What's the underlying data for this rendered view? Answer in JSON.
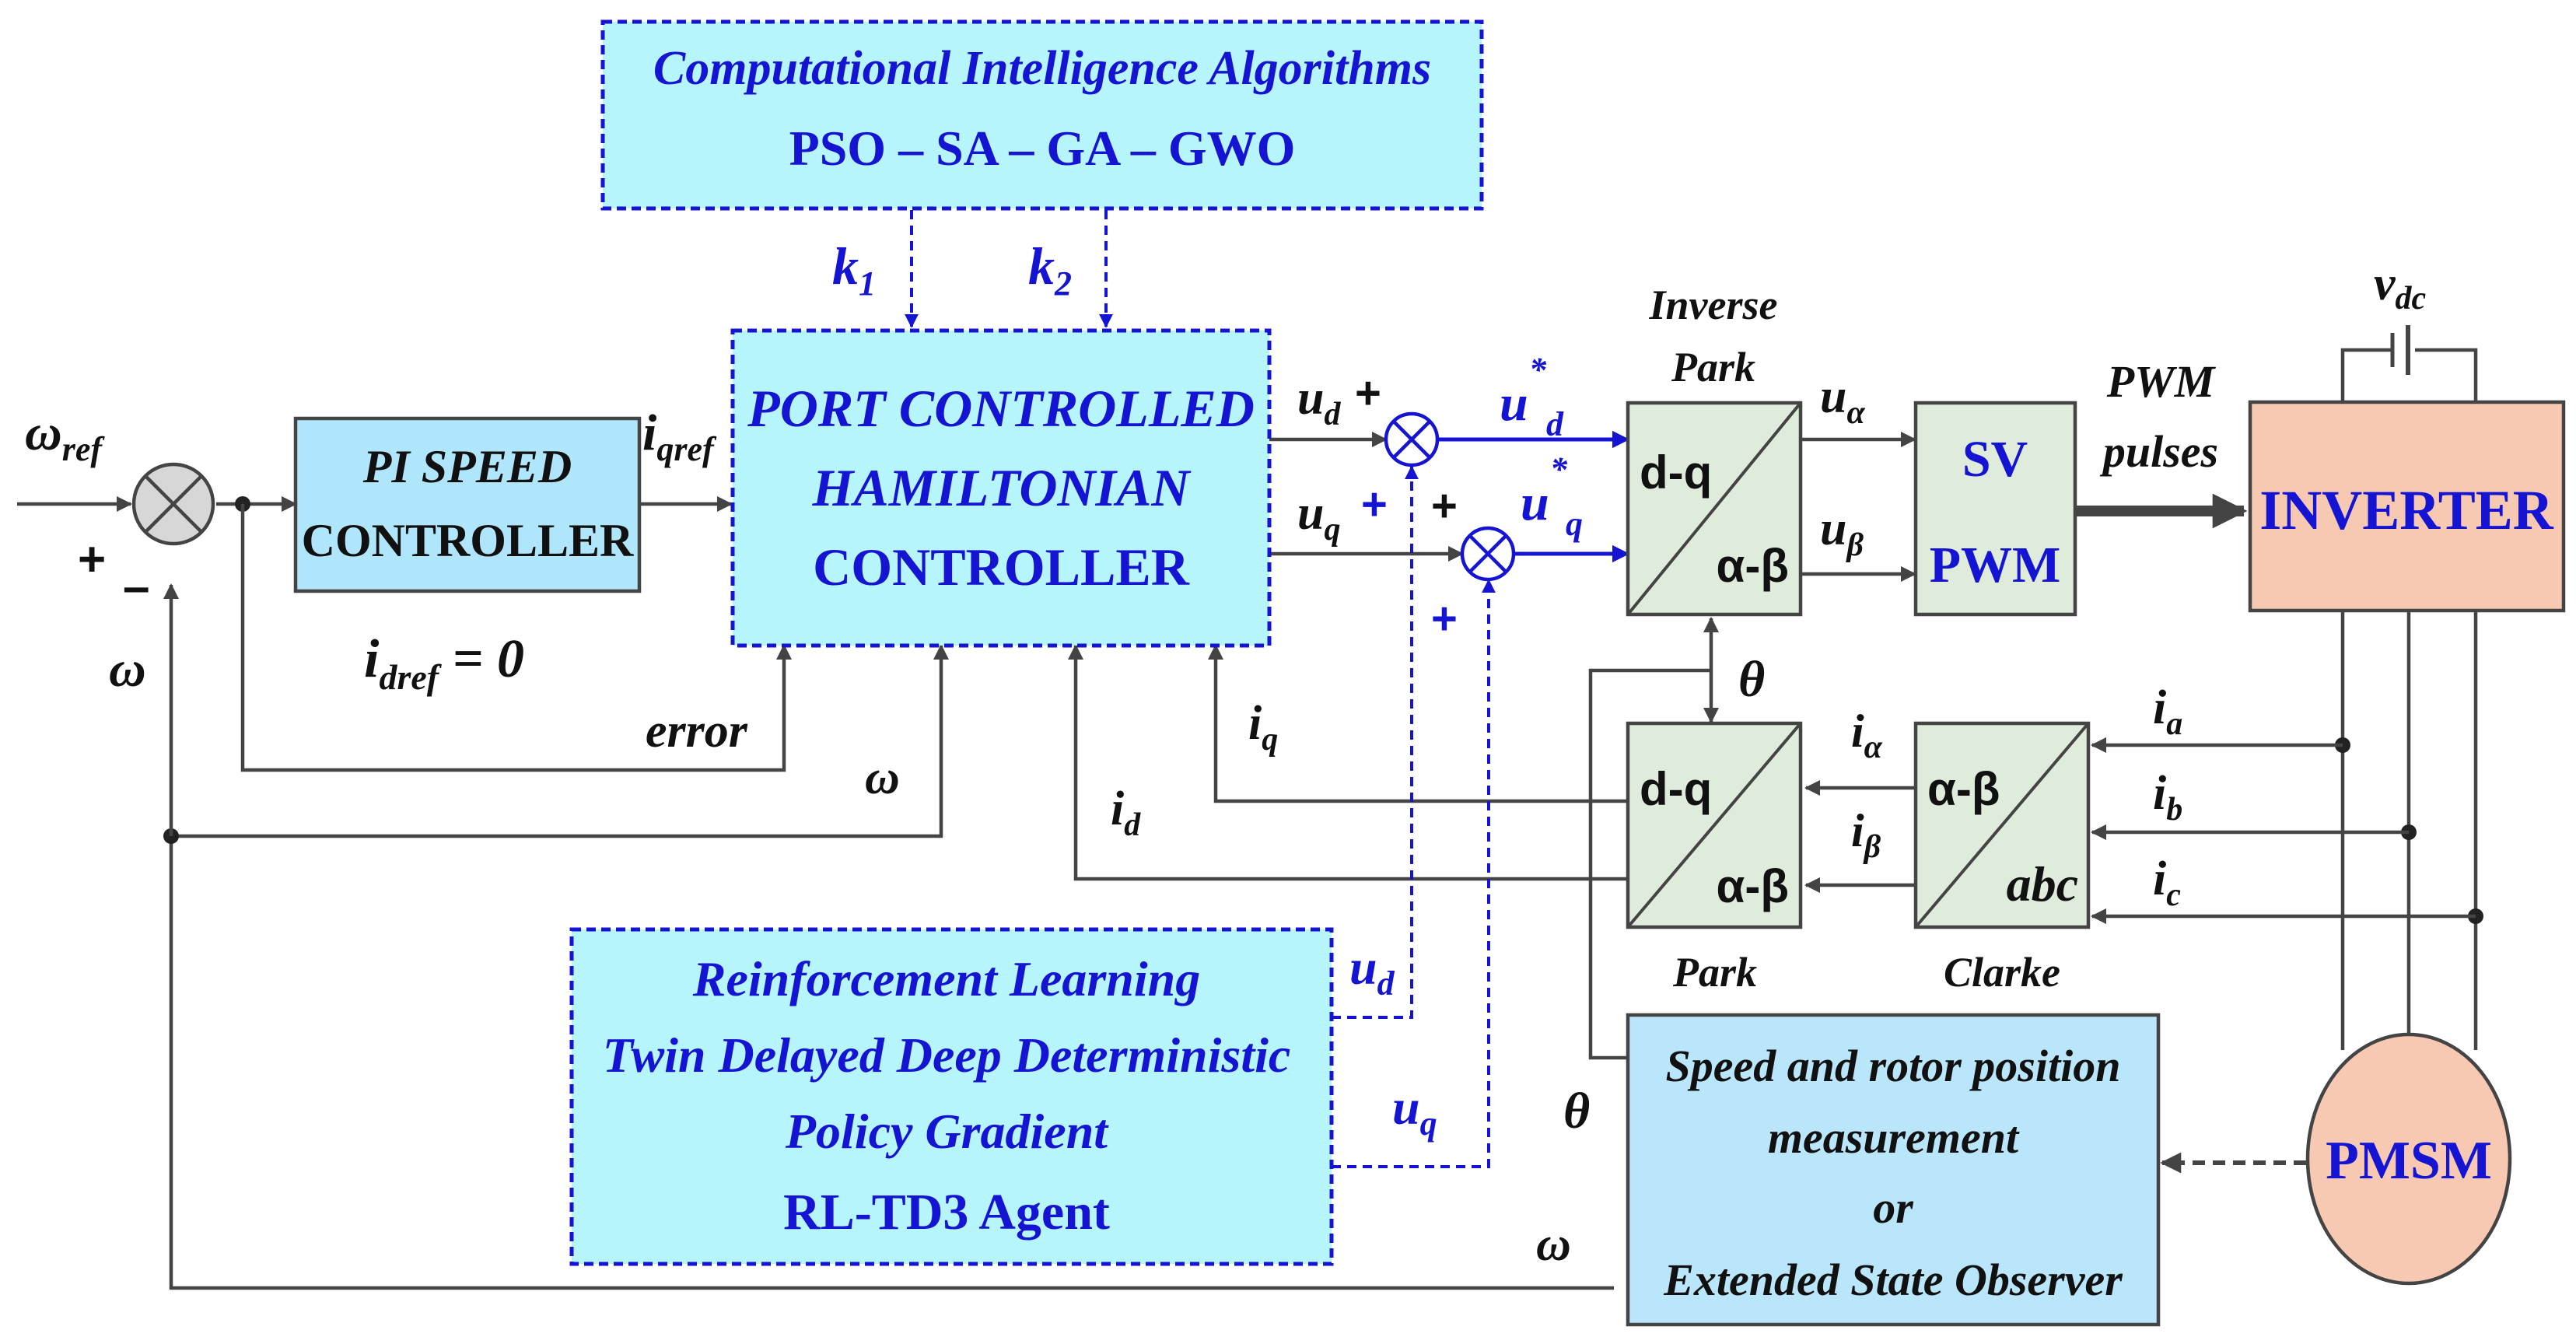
{
  "colors": {
    "wire": "#444444",
    "blue_signal": "#1414d2",
    "block_blue_fill": "#b0e6fb",
    "cyan_fill": "#b6f5fb",
    "green_fill": "#dfecdc",
    "inverter_fill": "#f8c9b2",
    "pmsm_fill": "#f8c9b2",
    "observer_fill": "#b9e6fa"
  },
  "blocks": {
    "ci_algorithms": {
      "line1": "Computational Intelligence Algorithms",
      "line2": "PSO – SA – GA – GWO"
    },
    "pi_speed": {
      "line1": "PI SPEED",
      "line2": "CONTROLLER"
    },
    "pch": {
      "line1": "PORT CONTROLLED",
      "line2": "HAMILTONIAN",
      "line3": "CONTROLLER"
    },
    "rl_agent": {
      "line1": "Reinforcement Learning",
      "line2": "Twin Delayed Deep Deterministic",
      "line3": "Policy Gradient",
      "line4": "RL-TD3 Agent"
    },
    "inverse_park": {
      "title_line1": "Inverse",
      "title_line2": "Park",
      "top": "d-q",
      "bottom": "α-β"
    },
    "park": {
      "title": "Park",
      "top": "d-q",
      "bottom": "α-β"
    },
    "clarke": {
      "title": "Clarke",
      "top": "α-β",
      "bottom": "abc"
    },
    "sv_pwm": {
      "line1": "SV",
      "line2": "PWM"
    },
    "inverter": {
      "label": "INVERTER"
    },
    "pmsm": {
      "label": "PMSM"
    },
    "observer": {
      "line1": "Speed and rotor position",
      "line2": "measurement",
      "line3": "or",
      "line4": "Extended State Observer"
    }
  },
  "signals": {
    "omega_ref": {
      "base": "ω",
      "sub": "ref"
    },
    "omega": "ω",
    "plus": "+",
    "minus": "–",
    "i_qref": {
      "base": "i",
      "sub": "qref"
    },
    "i_dref_eq": {
      "base": "i",
      "sub": "dref",
      "rest": " = 0"
    },
    "error": "error",
    "k1": {
      "base": "k",
      "sub": "1"
    },
    "k2": {
      "base": "k",
      "sub": "2"
    },
    "u_d": {
      "base": "u",
      "sub": "d"
    },
    "u_q": {
      "base": "u",
      "sub": "q"
    },
    "u_d_star": {
      "base": "u",
      "sub": "d",
      "sup": "*"
    },
    "u_q_star": {
      "base": "u",
      "sub": "q",
      "sup": "*"
    },
    "u_alpha": {
      "base": "u",
      "sub": "α"
    },
    "u_beta": {
      "base": "u",
      "sub": "β"
    },
    "i_d": {
      "base": "i",
      "sub": "d"
    },
    "i_q": {
      "base": "i",
      "sub": "q"
    },
    "i_alpha": {
      "base": "i",
      "sub": "α"
    },
    "i_beta": {
      "base": "i",
      "sub": "β"
    },
    "i_a": {
      "base": "i",
      "sub": "a"
    },
    "i_b": {
      "base": "i",
      "sub": "b"
    },
    "i_c": {
      "base": "i",
      "sub": "c"
    },
    "theta": "θ",
    "v_dc": {
      "base": "v",
      "sub": "dc"
    },
    "pwm_pulses": {
      "line1": "PWM",
      "line2": "pulses"
    }
  }
}
